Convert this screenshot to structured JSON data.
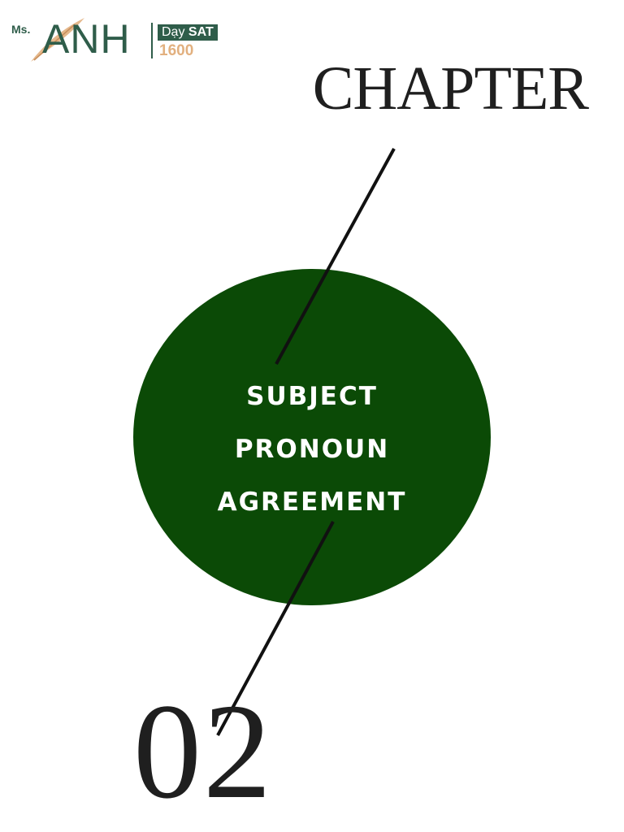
{
  "logo": {
    "prefix": "Ms.",
    "name": "ANH",
    "badge_light": "Dạy ",
    "badge_bold": "SAT",
    "number": "1600",
    "colors": {
      "green": "#2f5d4a",
      "gold": "#e2b07f"
    }
  },
  "chapter": {
    "heading": "CHAPTER",
    "title_lines": [
      "SUBJECT",
      "PRONOUN",
      "AGREEMENT"
    ],
    "number": "02"
  },
  "colors": {
    "circle": "#0b4a06",
    "text_dark": "#1f1f1f",
    "text_light": "#ffffff"
  }
}
